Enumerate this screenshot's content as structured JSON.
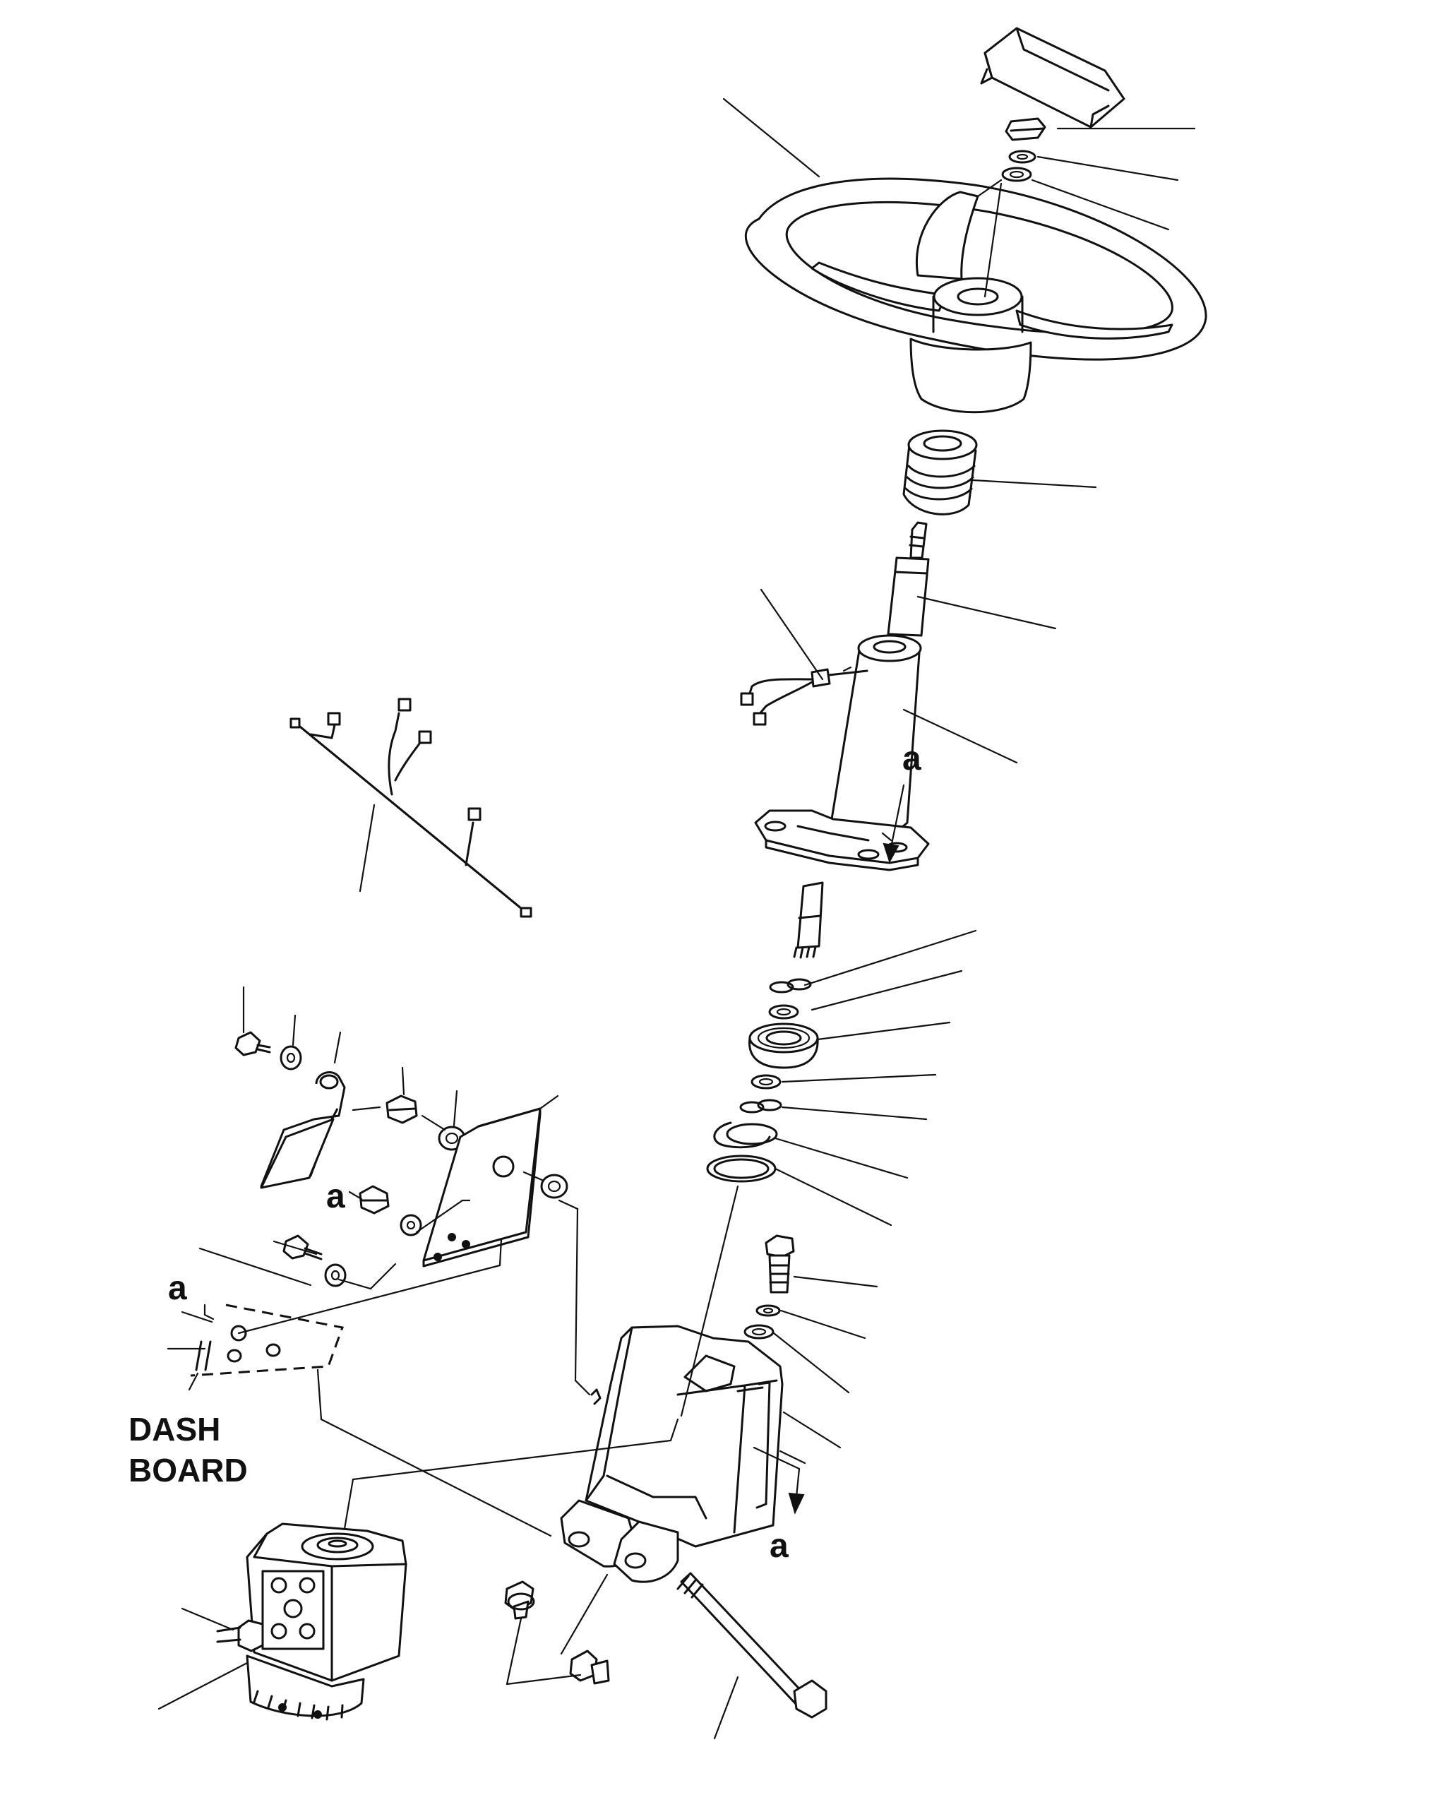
{
  "labels": {
    "dash_board_line1": "DASH",
    "dash_board_line2": "BOARD",
    "view_marker": "a"
  }
}
